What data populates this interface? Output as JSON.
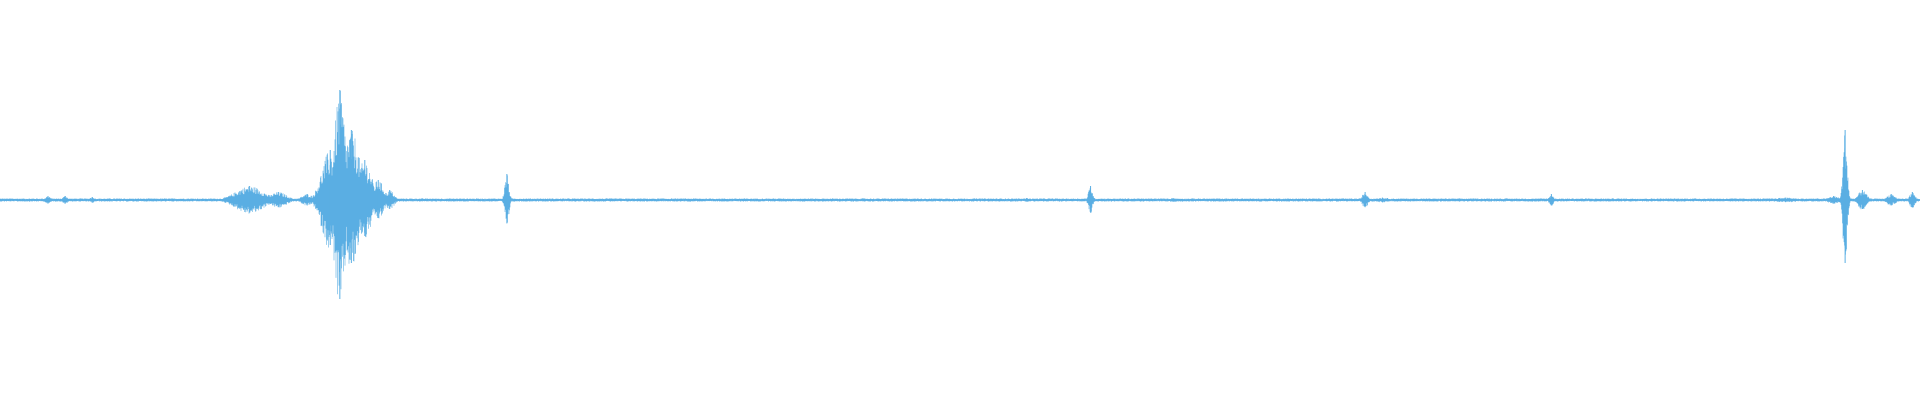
{
  "waveform": {
    "color": "#5aaee3",
    "baseline_amplitude": 0.008,
    "amplitude_range": [
      -1,
      1
    ],
    "events": [
      {
        "time": 0.025,
        "amp": 0.02,
        "width": 0.002
      },
      {
        "time": 0.034,
        "amp": 0.02,
        "width": 0.002
      },
      {
        "time": 0.048,
        "amp": 0.015,
        "width": 0.002
      },
      {
        "time": 0.13,
        "amp": 0.07,
        "width": 0.01
      },
      {
        "time": 0.145,
        "amp": 0.04,
        "width": 0.006
      },
      {
        "time": 0.16,
        "amp": 0.03,
        "width": 0.004
      },
      {
        "time": 0.172,
        "amp": 0.25,
        "width": 0.006
      },
      {
        "time": 0.177,
        "amp": 0.55,
        "width": 0.004
      },
      {
        "time": 0.183,
        "amp": 0.35,
        "width": 0.006
      },
      {
        "time": 0.19,
        "amp": 0.2,
        "width": 0.005
      },
      {
        "time": 0.197,
        "amp": 0.1,
        "width": 0.004
      },
      {
        "time": 0.203,
        "amp": 0.05,
        "width": 0.003
      },
      {
        "time": 0.264,
        "amp": 0.13,
        "width": 0.0015
      },
      {
        "time": 0.535,
        "amp": 0.01,
        "width": 0.004
      },
      {
        "time": 0.568,
        "amp": 0.07,
        "width": 0.0015
      },
      {
        "time": 0.611,
        "amp": 0.01,
        "width": 0.004
      },
      {
        "time": 0.711,
        "amp": 0.04,
        "width": 0.002
      },
      {
        "time": 0.72,
        "amp": 0.012,
        "width": 0.006
      },
      {
        "time": 0.808,
        "amp": 0.03,
        "width": 0.0015
      },
      {
        "time": 0.93,
        "amp": 0.012,
        "width": 0.01
      },
      {
        "time": 0.955,
        "amp": 0.02,
        "width": 0.004
      },
      {
        "time": 0.961,
        "amp": 0.35,
        "width": 0.0015
      },
      {
        "time": 0.97,
        "amp": 0.05,
        "width": 0.003
      },
      {
        "time": 0.985,
        "amp": 0.03,
        "width": 0.003
      },
      {
        "time": 0.996,
        "amp": 0.04,
        "width": 0.002
      }
    ]
  }
}
